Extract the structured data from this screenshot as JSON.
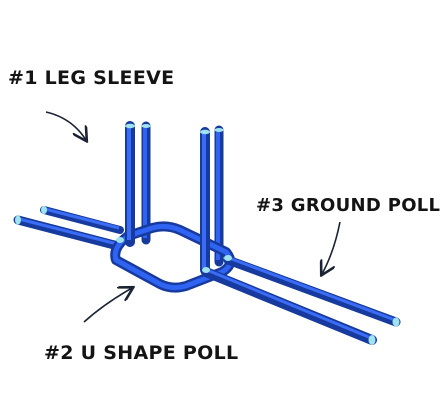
{
  "labels": {
    "leg_sleeve": "#1 LEG SLEEVE",
    "u_shape_poll": "#2 U SHAPE POLL",
    "ground_poll": "#3 GROUND POLL"
  },
  "colors": {
    "pole_blue": "#1f4fd1",
    "pole_shadow": "#163a9e",
    "pole_highlight": "#6f95ff",
    "pole_cap": "#9fe3ee",
    "arrow_ink": "#1b2233",
    "text": "#141414"
  }
}
